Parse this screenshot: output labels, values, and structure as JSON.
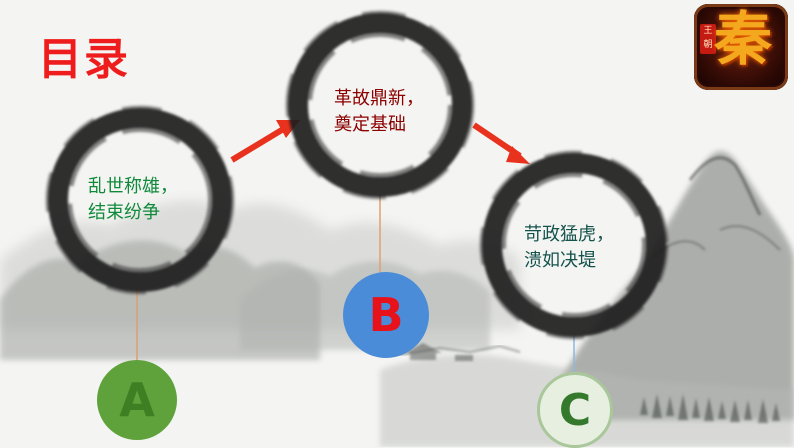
{
  "title": "目录",
  "logo": {
    "main_char": "秦",
    "seal_text": "王朝"
  },
  "circles": [
    {
      "line1": "乱世称雄，",
      "line2": "结束纷争"
    },
    {
      "line1": "革故鼎新，",
      "line2": "奠定基础"
    },
    {
      "line1": "苛政猛虎，",
      "line2": "溃如决堤"
    }
  ],
  "badges": {
    "a": "A",
    "b": "B",
    "c": "C"
  },
  "colors": {
    "title": "#ee1c1c",
    "arrow": "#e8321e",
    "connector_a": "#d8a070",
    "connector_b": "#e0a070",
    "connector_c": "#8fb8e0",
    "badge_a": "#5fa13a",
    "badge_b": "#4a8cd8",
    "badge_c": "#e6efe0"
  }
}
